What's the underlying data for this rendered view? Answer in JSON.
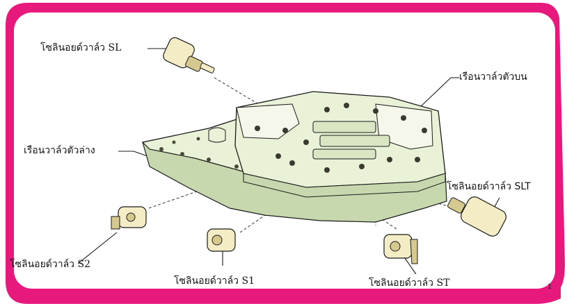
{
  "labels": {
    "sl": "โซลินอยด์วาล์ว SL",
    "upper_body": "เรือนวาล์วตัวบน",
    "lower_body": "เรือนวาล์วตัวล่าง",
    "slt": "โซลินอยด์วาล์ว SLT",
    "s2": "โซลินอยด์วาล์ว S2",
    "s1": "โซลินอยด์วาล์ว S1",
    "st": "โซลินอยด์วาล์ว ST"
  },
  "page_number": "1",
  "colors": {
    "frame": "#e8197d",
    "body_fill": "#e9f2d6",
    "body_shadow": "#c7d8ae",
    "solenoid_fill": "#f3ecc4",
    "solenoid_shadow": "#d6c98f",
    "line": "#1a1a1a"
  }
}
